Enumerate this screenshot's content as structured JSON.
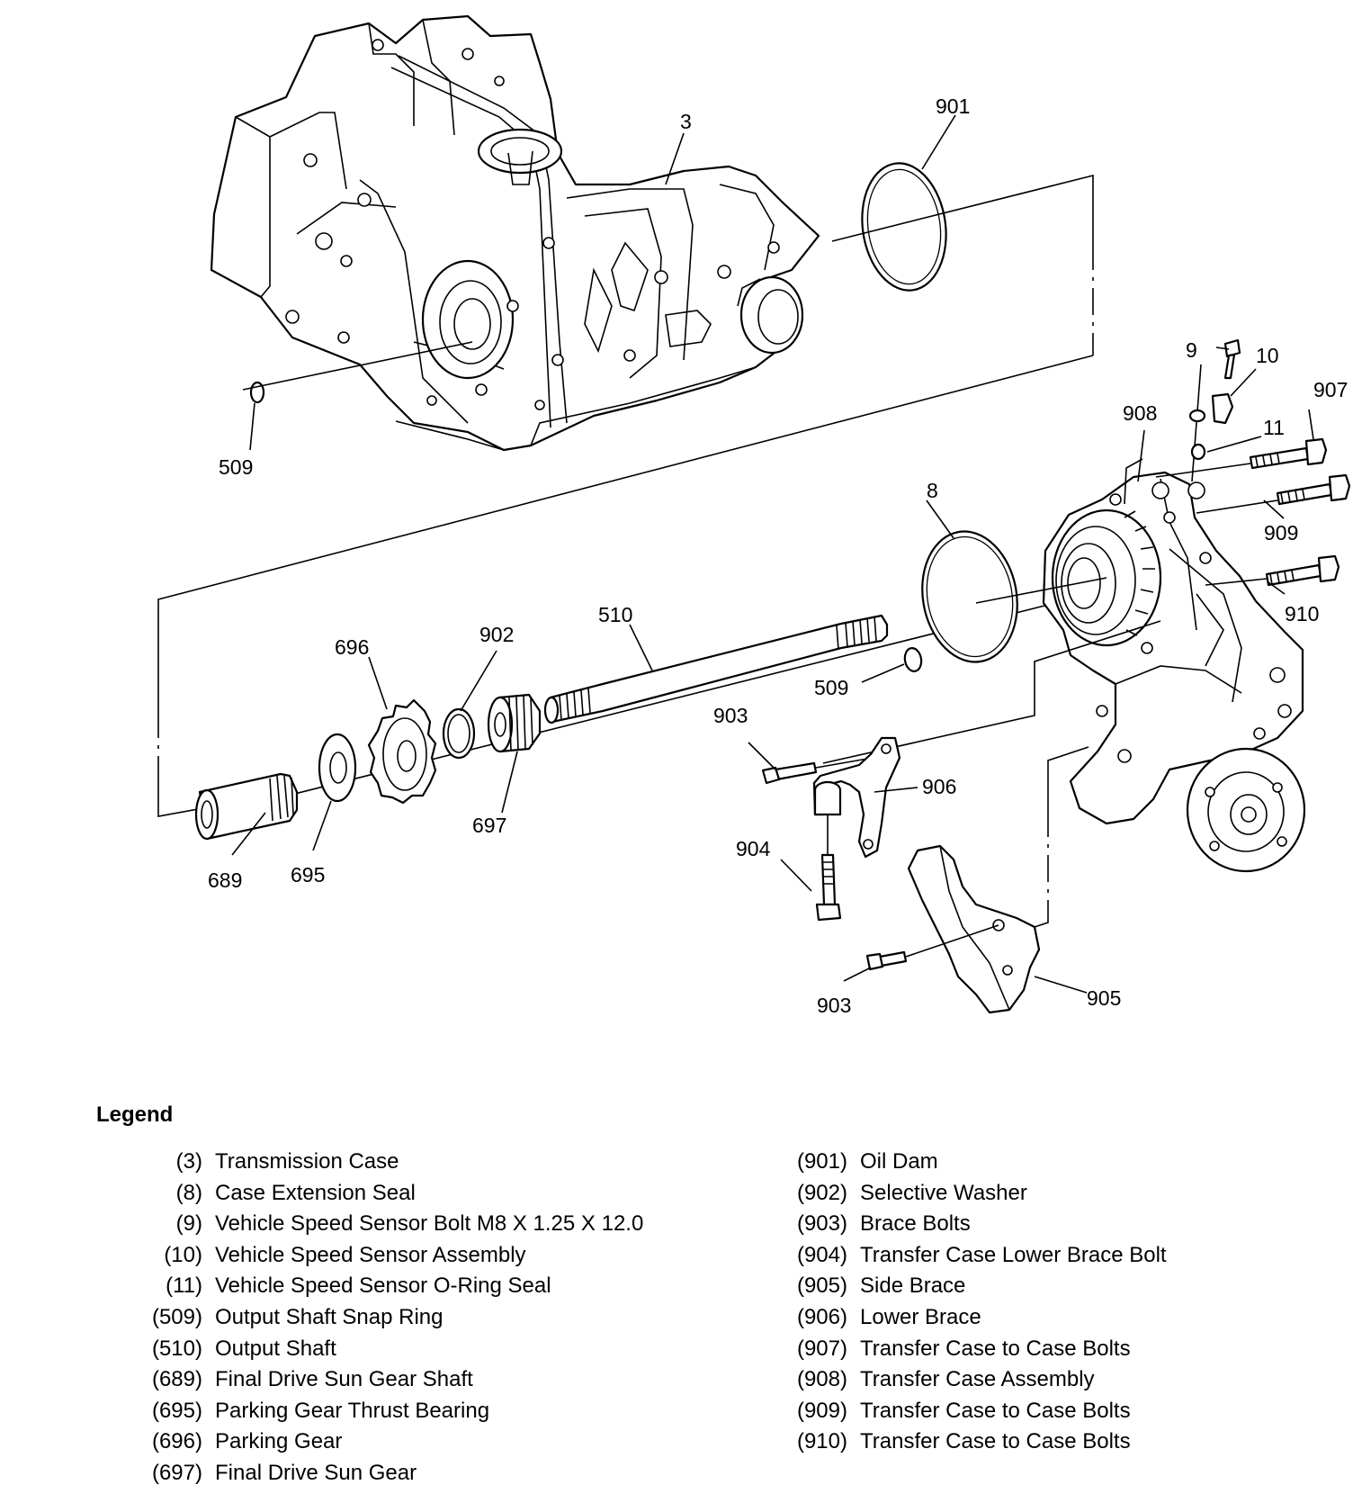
{
  "callouts": {
    "c3": "3",
    "c901": "901",
    "c509a": "509",
    "c9": "9",
    "c10": "10",
    "c907": "907",
    "c908": "908",
    "c11": "11",
    "c8": "8",
    "c909": "909",
    "c910": "910",
    "c510": "510",
    "c696": "696",
    "c902": "902",
    "c509b": "509",
    "c903a": "903",
    "c906": "906",
    "c697": "697",
    "c689": "689",
    "c695": "695",
    "c904": "904",
    "c903b": "903",
    "c905": "905"
  },
  "legend": {
    "title": "Legend",
    "left": [
      {
        "num": "(3)",
        "desc": "Transmission Case"
      },
      {
        "num": "(8)",
        "desc": "Case Extension Seal"
      },
      {
        "num": "(9)",
        "desc": "Vehicle Speed Sensor Bolt M8 X 1.25 X 12.0"
      },
      {
        "num": "(10)",
        "desc": "Vehicle Speed Sensor Assembly"
      },
      {
        "num": "(11)",
        "desc": "Vehicle Speed Sensor O-Ring Seal"
      },
      {
        "num": "(509)",
        "desc": "Output Shaft Snap Ring"
      },
      {
        "num": "(510)",
        "desc": "Output Shaft"
      },
      {
        "num": "(689)",
        "desc": "Final Drive Sun Gear Shaft"
      },
      {
        "num": "(695)",
        "desc": "Parking Gear Thrust Bearing"
      },
      {
        "num": "(696)",
        "desc": "Parking Gear"
      },
      {
        "num": "(697)",
        "desc": "Final Drive Sun Gear"
      }
    ],
    "right": [
      {
        "num": "(901)",
        "desc": "Oil Dam"
      },
      {
        "num": "(902)",
        "desc": "Selective Washer"
      },
      {
        "num": "(903)",
        "desc": "Brace Bolts"
      },
      {
        "num": "(904)",
        "desc": "Transfer Case Lower Brace Bolt"
      },
      {
        "num": "(905)",
        "desc": "Side Brace"
      },
      {
        "num": "(906)",
        "desc": "Lower Brace"
      },
      {
        "num": "(907)",
        "desc": "Transfer Case to Case Bolts"
      },
      {
        "num": "(908)",
        "desc": "Transfer Case Assembly"
      },
      {
        "num": "(909)",
        "desc": "Transfer Case to Case Bolts"
      },
      {
        "num": "(910)",
        "desc": "Transfer Case to Case Bolts"
      }
    ]
  }
}
